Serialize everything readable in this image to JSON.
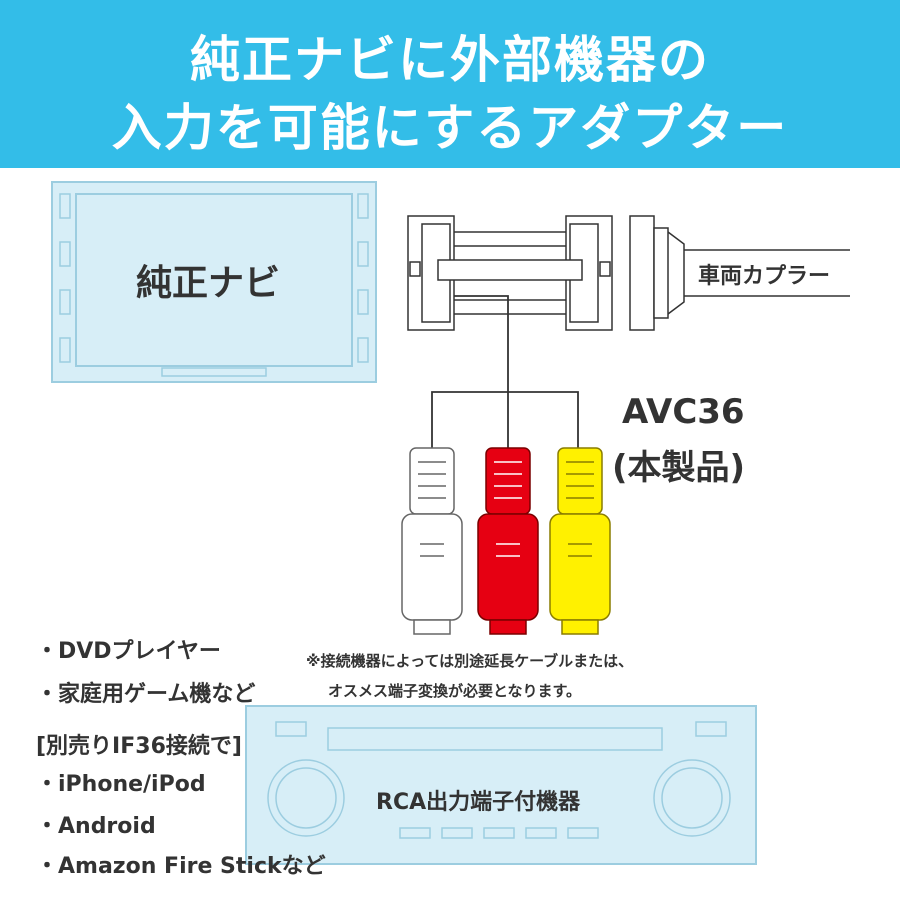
{
  "header": {
    "line1": "純正ナビに外部機器の",
    "line2": "入力を可能にするアダプター",
    "background": "#33bde8"
  },
  "navi": {
    "label": "純正ナビ"
  },
  "coupler": {
    "label": "車両カプラー"
  },
  "product": {
    "model": "AVC36",
    "note": "(本製品)"
  },
  "rca_plugs": [
    {
      "name": "white-plug",
      "color": "#ffffff"
    },
    {
      "name": "red-plug",
      "color": "#e60012"
    },
    {
      "name": "yellow-plug",
      "color": "#fff100"
    }
  ],
  "note": {
    "line1": "※接続機器によっては別途延長ケーブルまたは、",
    "line2": "オスメス端子変換が必要となります。"
  },
  "device": {
    "label": "RCA出力端子付機器"
  },
  "device_list": [
    "・DVDプレイヤー",
    "・家庭用ゲーム機など",
    "[別売りIF36接続で]",
    "・iPhone/iPod",
    "・Android",
    "・Amazon Fire Stickなど"
  ],
  "colors": {
    "panel_fill": "#d7eef7",
    "panel_stroke": "#9ccde0",
    "line": "#333333"
  }
}
